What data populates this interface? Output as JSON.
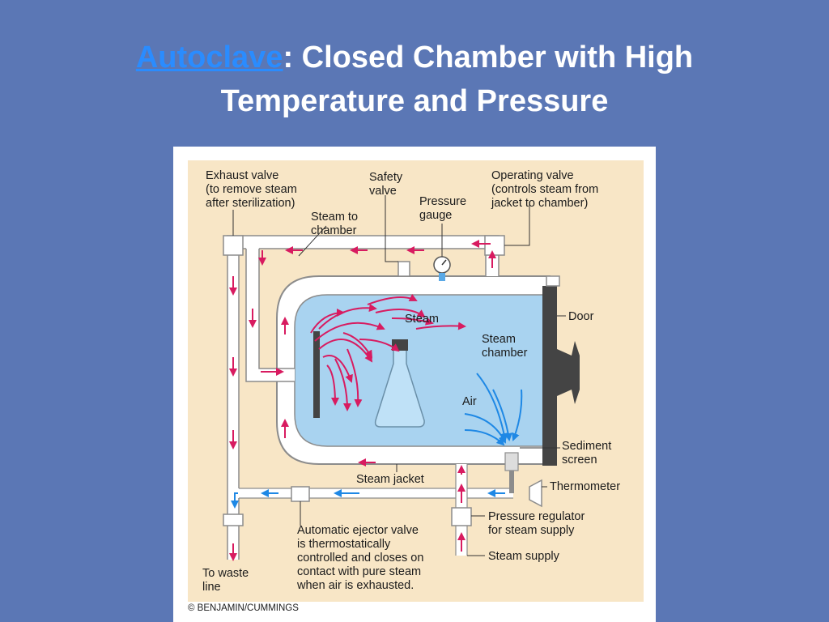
{
  "slide": {
    "title_link": "Autoclave",
    "title_rest": ": Closed Chamber with High",
    "title_line2": "Temperature and Pressure"
  },
  "diagram": {
    "labels": {
      "exhaust_valve": [
        "Exhaust valve",
        "(to remove steam",
        "after sterilization)"
      ],
      "safety_valve": [
        "Safety",
        "valve"
      ],
      "pressure_gauge": [
        "Pressure",
        "gauge"
      ],
      "operating_valve": [
        "Operating valve",
        "(controls steam from",
        "jacket to chamber)"
      ],
      "steam_to_chamber": [
        "Steam to",
        "chamber"
      ],
      "steam": "Steam",
      "steam_chamber": [
        "Steam",
        "chamber"
      ],
      "door": "Door",
      "air": "Air",
      "sediment_screen": [
        "Sediment",
        "screen"
      ],
      "steam_jacket": "Steam jacket",
      "thermometer": "Thermometer",
      "pressure_regulator": [
        "Pressure regulator",
        "for steam supply"
      ],
      "steam_supply": "Steam supply",
      "automatic_ejector": [
        "Automatic ejector valve",
        "is thermostatically",
        "controlled and closes on",
        "contact with pure steam",
        "when air is exhausted."
      ],
      "to_waste_line": [
        "To waste",
        "line"
      ],
      "copyright": "© BENJAMIN/CUMMINGS"
    },
    "colors": {
      "panel": "#f8e6c6",
      "chamber_water": "#a9d3f0",
      "pipe": "#ffffff",
      "pipe_outline": "#8c8c8c",
      "steam_arrow": "#d81b60",
      "air_arrow": "#1e88e5",
      "door": "#444444"
    }
  }
}
